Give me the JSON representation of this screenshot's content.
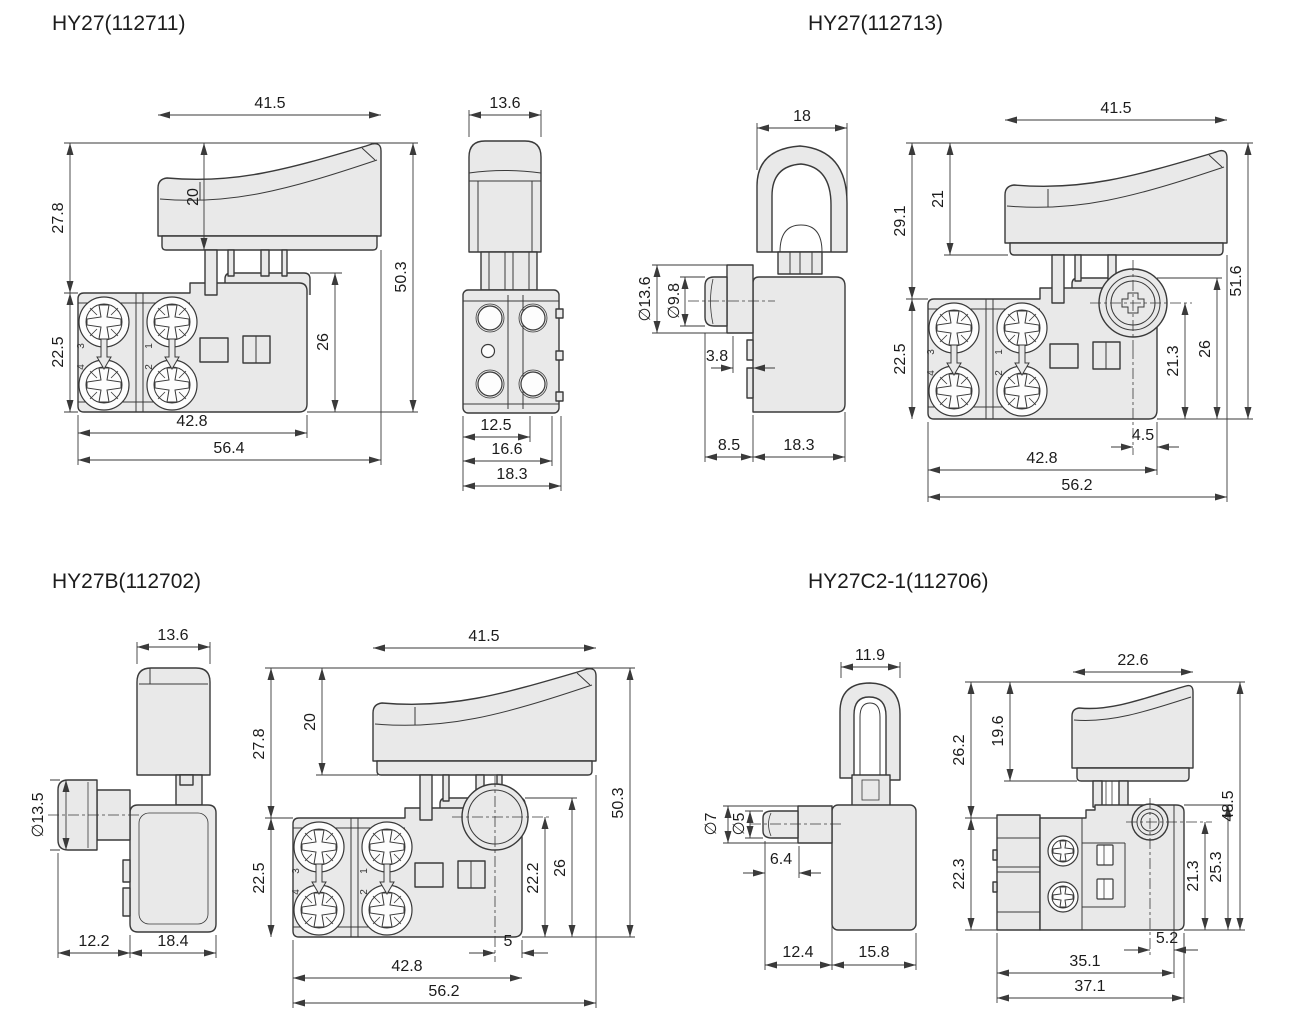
{
  "page": {
    "background": "#ffffff",
    "line_color": "#3a3a3a",
    "part_fill": "#e9e9e9"
  },
  "terminal_labels": {
    "top_left": "3",
    "top_right": "1",
    "bottom_left": "4",
    "bottom_right": "2"
  },
  "drawings": [
    {
      "id": "HY27-112711",
      "title": "HY27(112711)",
      "side_view": {
        "trigger_width": "41.5",
        "trigger_depth": "20",
        "upper_height": "27.8",
        "lower_height": "22.5",
        "inner_height": "26",
        "total_height": "50.3",
        "body_width": "42.8",
        "total_width": "56.4"
      },
      "front_view": {
        "trigger_thickness": "13.6",
        "inner_width": "12.5",
        "mid_width": "16.6",
        "body_thickness": "18.3"
      }
    },
    {
      "id": "HY27-112713",
      "title": "HY27(112713)",
      "profile_view": {
        "trigger_thickness": "18",
        "cap_diameter": "∅13.6",
        "plunger_diameter": "∅9.8",
        "step_width": "3.8",
        "plunger_length": "8.5",
        "body_thickness": "18.3"
      },
      "side_view": {
        "trigger_width": "41.5",
        "upper_height": "29.1",
        "trigger_depth": "21",
        "lower_height": "22.5",
        "button_height": "21.3",
        "inner_height": "26",
        "total_height": "51.6",
        "button_offset": "4.5",
        "body_width": "42.8",
        "total_width": "56.2"
      }
    },
    {
      "id": "HY27B-112702",
      "title": "HY27B(112702)",
      "profile_view": {
        "trigger_thickness": "13.6",
        "cap_diameter": "∅13.5",
        "plunger_length": "12.2",
        "body_thickness": "18.4"
      },
      "side_view": {
        "trigger_width": "41.5",
        "upper_height": "27.8",
        "trigger_depth": "20",
        "lower_height": "22.5",
        "button_height": "22.2",
        "inner_height": "26",
        "total_height": "50.3",
        "button_offset": "5",
        "body_width": "42.8",
        "total_width": "56.2"
      }
    },
    {
      "id": "HY27C2-1-112706",
      "title": "HY27C2-1(112706)",
      "profile_view": {
        "trigger_thickness": "11.9",
        "shaft_diameter": "∅7",
        "tip_diameter": "∅5",
        "tip_length": "6.4",
        "plunger_length": "12.4",
        "body_thickness": "15.8"
      },
      "side_view": {
        "trigger_width": "22.6",
        "upper_height": "26.2",
        "trigger_depth": "19.6",
        "lower_height": "22.3",
        "center_height": "21.3",
        "top_height": "25.3",
        "total_height": "48.5",
        "button_offset": "5.2",
        "inner_width": "35.1",
        "total_width": "37.1"
      }
    }
  ]
}
